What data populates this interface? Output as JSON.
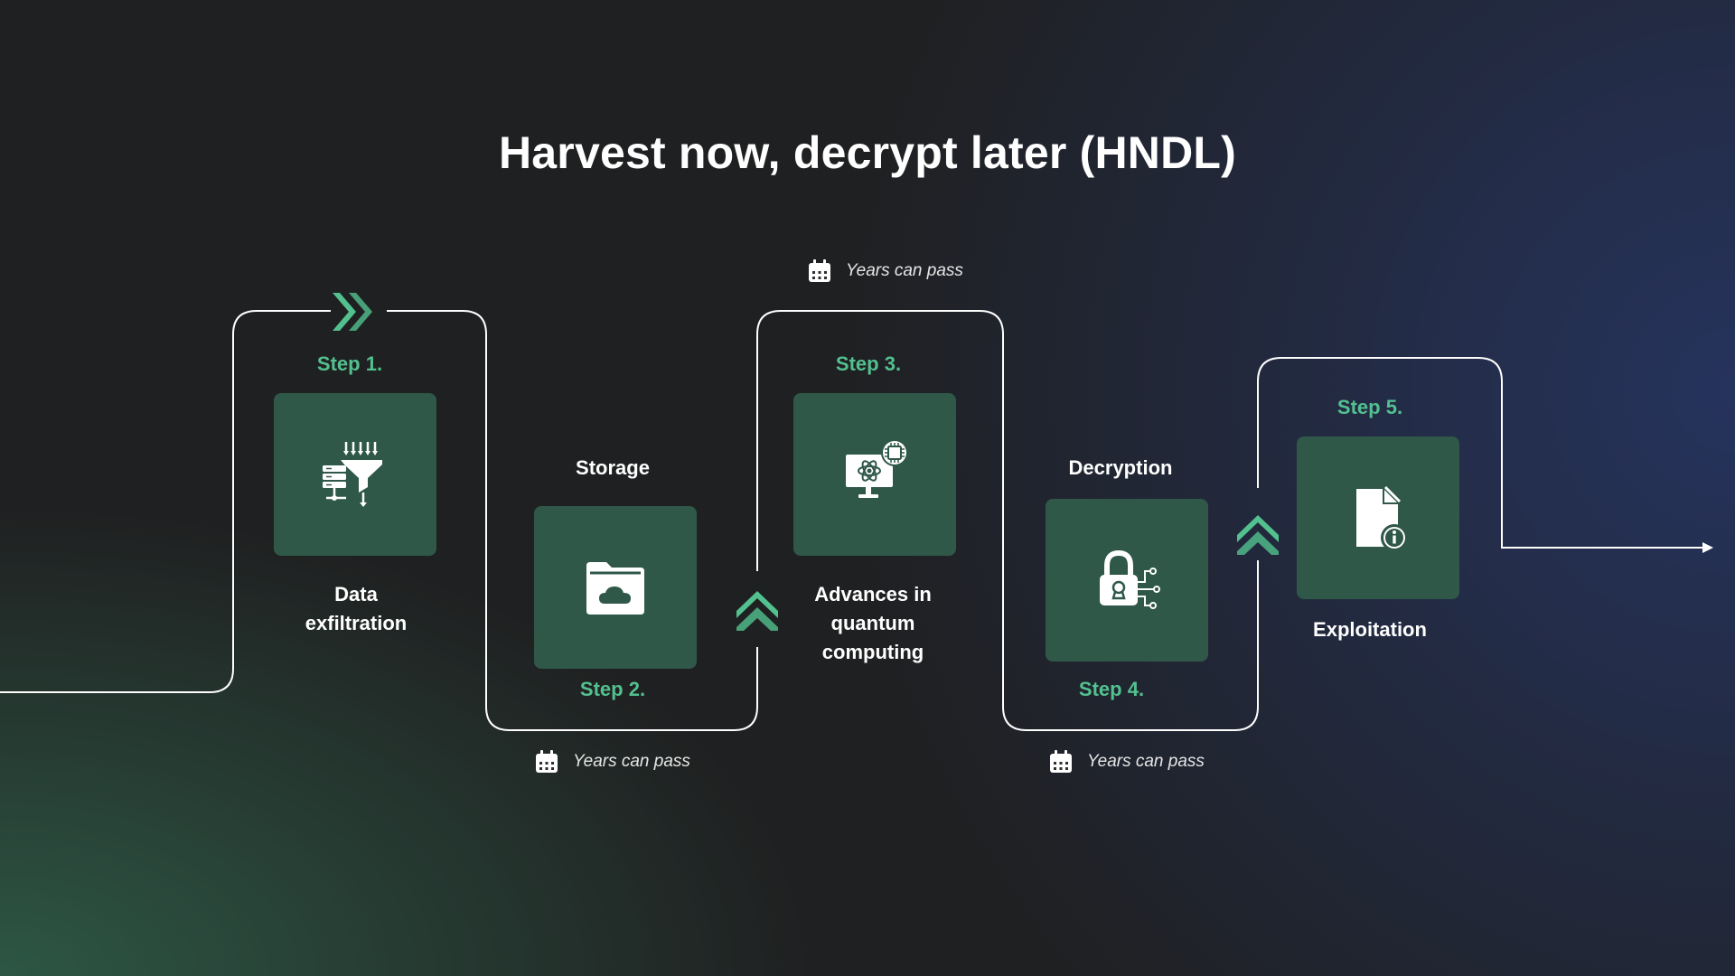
{
  "title": "Harvest now, decrypt later (HNDL)",
  "colors": {
    "accent": "#53c08f",
    "card": "#2f5849",
    "line": "#ffffff",
    "background": "#1f2021"
  },
  "steps": [
    {
      "step": "Step 1.",
      "label_lines": [
        "Data",
        "exfiltration"
      ],
      "icon": "data-funnel-icon"
    },
    {
      "step": "Step 2.",
      "label_lines": [
        "Storage"
      ],
      "icon": "cloud-folder-icon"
    },
    {
      "step": "Step 3.",
      "label_lines": [
        "Advances in",
        "quantum",
        "computing"
      ],
      "icon": "quantum-computer-icon"
    },
    {
      "step": "Step 4.",
      "label_lines": [
        "Decryption"
      ],
      "icon": "padlock-circuit-icon"
    },
    {
      "step": "Step 5.",
      "label_lines": [
        "Exploitation"
      ],
      "icon": "document-info-icon"
    }
  ],
  "years_notes": [
    "Years can pass",
    "Years can pass",
    "Years can pass"
  ]
}
